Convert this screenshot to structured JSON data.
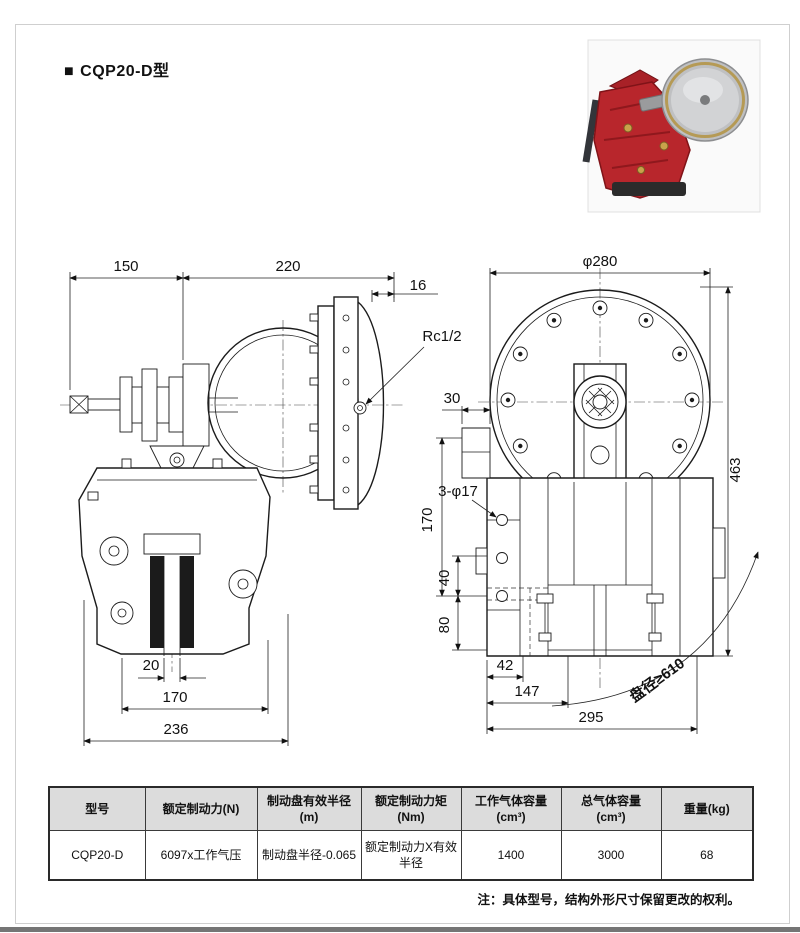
{
  "page": {
    "marker": "■",
    "title": "CQP20-D型",
    "note": "注：具体型号，结构外形尺寸保留更改的权利。"
  },
  "drawing_left": {
    "dim_150": "150",
    "dim_220": "220",
    "dim_16": "16",
    "label_rc": "Rc1/2",
    "dim_20": "20",
    "dim_170": "170",
    "dim_236": "236"
  },
  "drawing_right": {
    "dim_phi280": "φ280",
    "dim_30": "30",
    "dim_463": "463",
    "dim_170": "170",
    "label_holes": "3-φ17",
    "dim_40": "40",
    "dim_80": "80",
    "dim_42": "42",
    "dim_147": "147",
    "dim_295": "295",
    "label_disc": "盘径≥610"
  },
  "spec_table": {
    "headers": [
      "型号",
      "额定制动力(N)",
      "制动盘有效半径\n(m)",
      "额定制动力矩\n(Nm)",
      "工作气体容量\n(cm³)",
      "总气体容量\n(cm³)",
      "重量(kg)"
    ],
    "row": [
      "CQP20-D",
      "6097x工作气压",
      "制动盘半径-0.065",
      "额定制动力X有效\n半径",
      "1400",
      "3000",
      "68"
    ]
  }
}
